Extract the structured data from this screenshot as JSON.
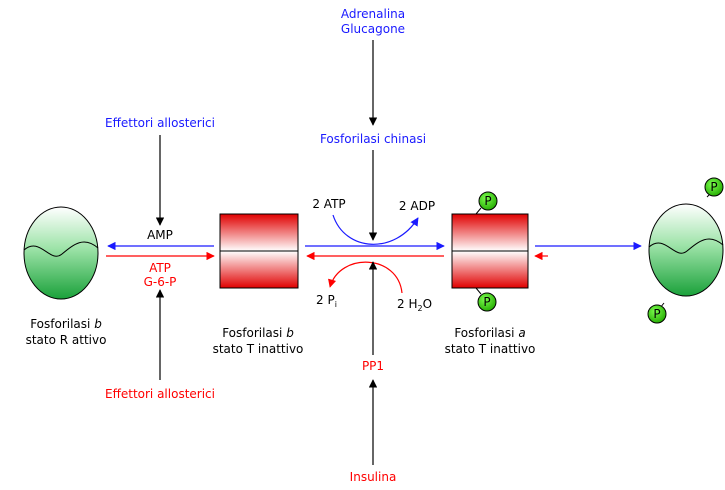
{
  "labels": {
    "hormones_line1": "Adrenalina",
    "hormones_line2": "Glucagone",
    "kinase": "Fosforilasi chinasi",
    "effectors_top": "Effettori allosterici",
    "effectors_bottom": "Effettori allosterici",
    "amp": "AMP",
    "atp_effector": "ATP",
    "g6p": "G-6-P",
    "two_atp": "2 ATP",
    "two_adp": "2 ADP",
    "two_pi_prefix": "2 P",
    "two_pi_sub": "i",
    "two_h2o_prefix": "2 H",
    "two_h2o_sub": "2",
    "two_h2o_suffix": "O",
    "pp1": "PP1",
    "insulin": "Insulina",
    "phosphate": "P",
    "left_caption_line1_prefix": "Fosforilasi ",
    "left_caption_line1_italic": "b",
    "left_caption_line2": "stato R attivo",
    "mid_caption_line1_prefix": "Fosforilasi ",
    "mid_caption_line1_italic": "b",
    "mid_caption_line2": "stato T inattivo",
    "right_caption_line1_prefix": "Fosforilasi ",
    "right_caption_line1_italic": "a",
    "right_caption_line2": "stato T inattivo"
  },
  "colors": {
    "activator": "#1a1aff",
    "inhibitor": "#ff0000",
    "arrow_black": "#000000",
    "phosphate_fill": "#33cc00",
    "oval_green": "#2fb84a",
    "box_red": "#ee1111"
  }
}
